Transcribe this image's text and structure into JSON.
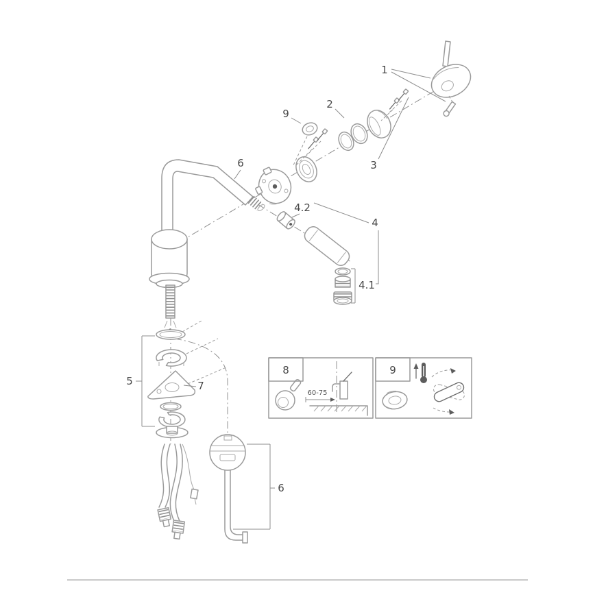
{
  "figure": {
    "kind": "exploded-parts-diagram",
    "subject": "single-lever kitchen faucet with pull-out spray",
    "background_color": "#ffffff",
    "line_color": "#9a9a9a",
    "accent_dark": "#5c5c5c",
    "text_color": "#474747"
  },
  "callouts": {
    "n1": "1",
    "n2": "2",
    "n3": "3",
    "n9_top": "9",
    "n6_spout": "6",
    "n42": "4.2",
    "n4": "4",
    "n41": "4.1",
    "n5": "5",
    "n7": "7",
    "n6_hose": "6"
  },
  "insets": {
    "box8": {
      "label": "8",
      "dimension_text": "60-75"
    },
    "box9": {
      "label": "9"
    }
  }
}
